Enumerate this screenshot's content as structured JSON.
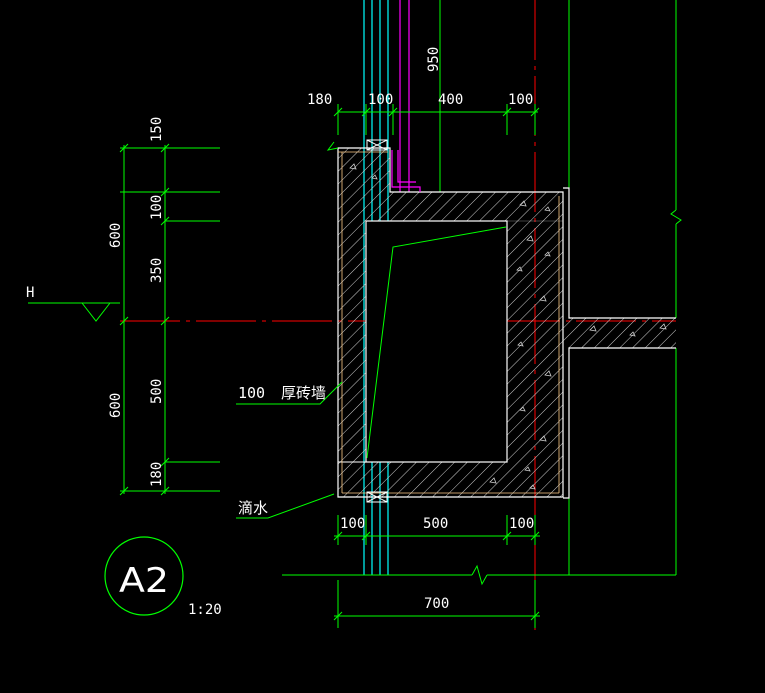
{
  "colors": {
    "background": "#000000",
    "dimension": "#00ff00",
    "wall_outline": "#ffffff",
    "hatch": "#cfcfcf",
    "axis": "#ff0000",
    "glass": "#00ffff",
    "frame": "#ff00ff"
  },
  "top_dims": {
    "d1": "180",
    "d2": "100",
    "d3": "400",
    "d4": "100",
    "v950": "950"
  },
  "left_dims": {
    "a150": "150",
    "a100": "100",
    "a350": "350",
    "a500": "500",
    "a180": "180",
    "total_upper": "600",
    "total_lower": "600"
  },
  "level_mark": "H",
  "bottom_dims": {
    "b1": "100",
    "b2": "500",
    "b3": "100",
    "total": "700"
  },
  "notes": {
    "wall_thickness": "100",
    "wall_type": "厚砖墙",
    "drip": "滴水"
  },
  "detail": {
    "tag": "A2",
    "scale": "1:20"
  }
}
